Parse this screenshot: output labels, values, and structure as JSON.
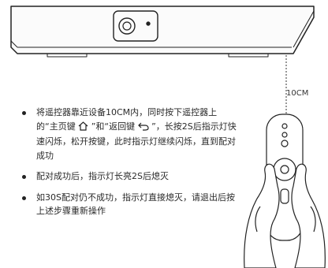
{
  "distance_label": "10CM",
  "instructions": {
    "step1": {
      "part1": "将遥控器靠近设备10CM内，同时按下遥控器上的“主页键",
      "part2": "”和“返回键",
      "part3": "”，长按2S后指示灯快速闪烁，松开按键，此时指示灯继续闪烁，直到配对成功"
    },
    "step2": "配对成功后，指示灯长亮2S后熄灭",
    "step3": "如30S配对仍不成功，指示灯直接熄灭，请退出后按上述步骤重新操作"
  },
  "icons": {
    "home_key": "home-icon",
    "back_key": "back-icon"
  }
}
